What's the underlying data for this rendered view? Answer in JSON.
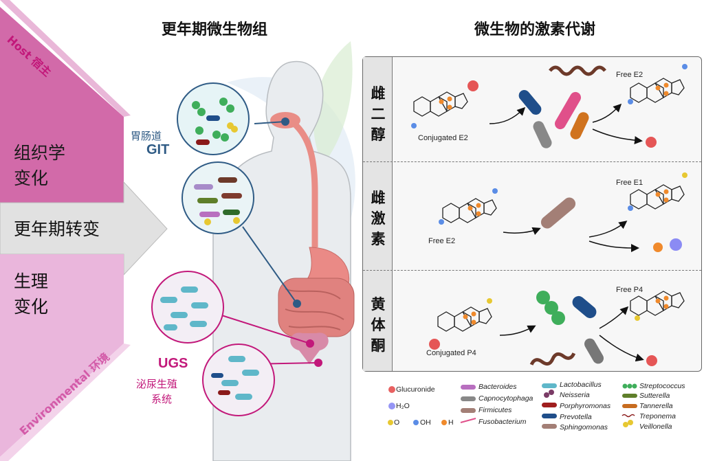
{
  "left": {
    "host_label": "Host 宿主",
    "environmental_label": "Environmental 环境",
    "tissue_change": [
      "组织学",
      "变化"
    ],
    "menopause_transition": "更年期转变",
    "physio_change": [
      "生理",
      "变化"
    ]
  },
  "center": {
    "title": "更年期微生物组",
    "git_cn": "胃肠道",
    "git_en": "GIT",
    "ugs_en": "UGS",
    "ugs_cn": [
      "泌尿生殖",
      "系统"
    ]
  },
  "right": {
    "title": "微生物的激素代谢",
    "rows": [
      {
        "label": [
          "雌",
          "二",
          "醇"
        ],
        "input": "Conjugated E2",
        "output": "Free E2"
      },
      {
        "label": [
          "雌",
          "激",
          "素"
        ],
        "input": "Free E2",
        "output": "Free E1"
      },
      {
        "label": [
          "黄",
          "体",
          "酮"
        ],
        "input": "Conjugated P4",
        "output": "Free P4"
      }
    ]
  },
  "legend": {
    "glucuronide": "Glucuronide",
    "h2o": "H₂O",
    "o": "O",
    "oh": "OH",
    "h": "H",
    "col1": [
      "Bacteroides",
      "Capnocytophaga",
      "Firmicutes",
      "Fusobacterium"
    ],
    "col2": [
      "Lactobacillus",
      "Neisseria",
      "Porphyromonas",
      "Prevotella",
      "Sphingomonas"
    ],
    "col3": [
      "Streptococcus",
      "Sutterella",
      "Tannerella",
      "Treponema",
      "Veillonella"
    ]
  },
  "colors": {
    "host_pink": "#d26aa9",
    "env_pink": "#e7a9d4",
    "arrow_gray": "#e1e1e1",
    "git_blue": "#2f5b85",
    "ugs_magenta": "#c2187a"
  }
}
